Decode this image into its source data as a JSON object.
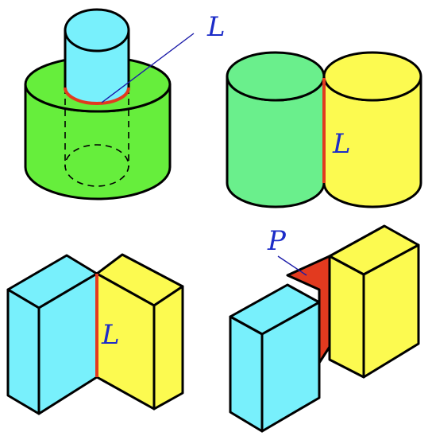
{
  "colors": {
    "green": "#66ee3c",
    "cyan": "#78f0fc",
    "mint": "#6aef8c",
    "yellow": "#fcfa50",
    "red": "#e23a1f",
    "label": "#1c2cc8"
  },
  "figures": {
    "cylinder_stack": {
      "label": "L"
    },
    "cylinder_pair": {
      "label": "L"
    },
    "box_pair": {
      "label": "L"
    },
    "box_offset": {
      "label": "P"
    }
  }
}
